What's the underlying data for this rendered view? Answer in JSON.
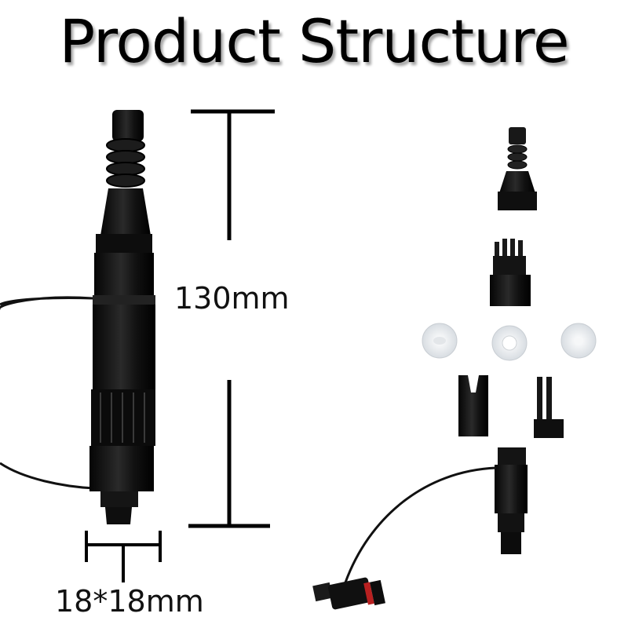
{
  "title": "Product Structure",
  "dimensions": {
    "length": "130mm",
    "cross_section": "18*18mm"
  },
  "colors": {
    "background": "#ffffff",
    "product_body": "#141414",
    "washer": "#eef0f2"
  }
}
